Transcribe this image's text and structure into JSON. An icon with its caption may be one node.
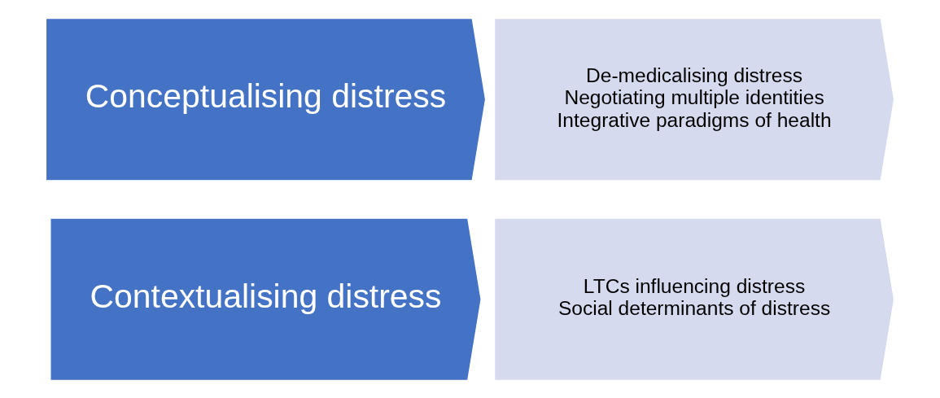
{
  "diagram": {
    "nodes": [
      {
        "text": [
          "Contextualising distress"
        ]
      },
      {
        "text": [
          "LTCs influencing distress",
          "Social determinants of distress"
        ]
      },
      {
        "text": [
          "Conceptualising distress"
        ]
      },
      {
        "text": [
          "De-medicalising distress",
          "Negotiating multiple identities",
          "Integrative paradigms of health"
        ]
      }
    ]
  }
}
